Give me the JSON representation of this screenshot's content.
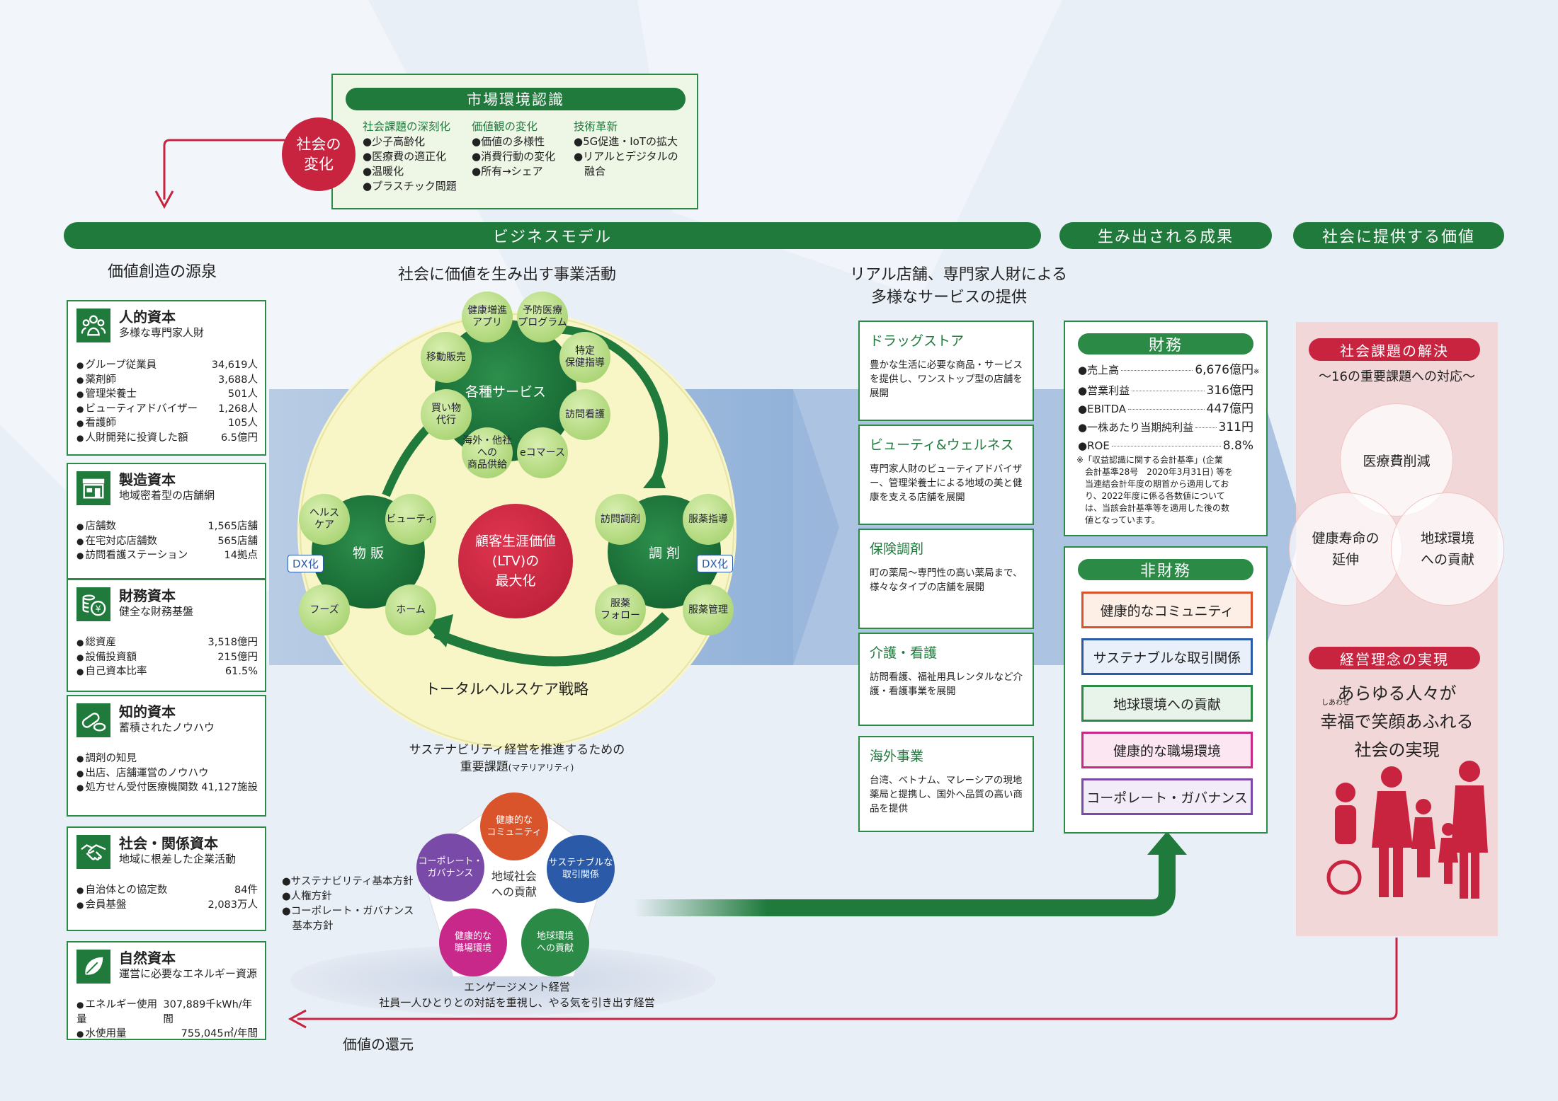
{
  "market": {
    "title": "市場環境認識",
    "col1": {
      "head": "社会課題の深刻化",
      "items": [
        "●少子高齢化",
        "●医療費の適正化",
        "●温暖化",
        "●プラスチック問題"
      ]
    },
    "col2": {
      "head": "価値観の変化",
      "items": [
        "●価値の多様性",
        "●消費行動の変化",
        "●所有→シェア"
      ]
    },
    "col3": {
      "head": "技術革新",
      "items": [
        "●5G促進・IoTの拡大",
        "●リアルとデジタルの",
        "　融合"
      ]
    }
  },
  "social_change": "社会の変化",
  "headers": {
    "business_model": "ビジネスモデル",
    "outcomes": "生み出される成果",
    "value": "社会に提供する価値"
  },
  "sources_title": "価値創造の源泉",
  "activities_title": "社会に価値を生み出す事業活動",
  "services_title": [
    "リアル店舗、専門家人財による",
    "多様なサービスの提供"
  ],
  "capitals": [
    {
      "title": "人的資本",
      "sub": "多様な専門家人財",
      "icon": "people-icon",
      "rows": [
        [
          "グループ従業員",
          "34,619人"
        ],
        [
          "薬剤師",
          "3,688人"
        ],
        [
          "管理栄養士",
          "501人"
        ],
        [
          "ビューティアドバイザー",
          "1,268人"
        ],
        [
          "看護師",
          "105人"
        ],
        [
          "人財開発に投資した額",
          "6.5億円"
        ]
      ]
    },
    {
      "title": "製造資本",
      "sub": "地域密着型の店舗網",
      "icon": "store-icon",
      "rows": [
        [
          "店舗数",
          "1,565店舗"
        ],
        [
          "在宅対応店舗数",
          "565店舗"
        ],
        [
          "訪問看護ステーション",
          "14拠点"
        ]
      ]
    },
    {
      "title": "財務資本",
      "sub": "健全な財務基盤",
      "icon": "coins-icon",
      "rows": [
        [
          "総資産",
          "3,518億円"
        ],
        [
          "設備投資額",
          "215億円"
        ],
        [
          "自己資本比率",
          "61.5%"
        ]
      ]
    },
    {
      "title": "知的資本",
      "sub": "蓄積されたノウハウ",
      "icon": "pill-icon",
      "rows": [
        [
          "調剤の知見",
          ""
        ],
        [
          "出店、店舗運営のノウハウ",
          ""
        ],
        [
          "処方せん受付医療機関数",
          "41,127施設"
        ]
      ]
    },
    {
      "title": "社会・関係資本",
      "sub": "地域に根差した企業活動",
      "icon": "handshake-icon",
      "rows": [
        [
          "自治体との協定数",
          "84件"
        ],
        [
          "会員基盤",
          "2,083万人"
        ]
      ]
    },
    {
      "title": "自然資本",
      "sub": "運営に必要なエネルギー資源",
      "icon": "leaf-icon",
      "rows": [
        [
          "エネルギー使用量",
          "307,889千kWh/年間"
        ],
        [
          "水使用量",
          "755,045㎥/年間"
        ]
      ]
    }
  ],
  "cycle": {
    "center": [
      "顧客生涯価値",
      "(LTV)の",
      "最大化"
    ],
    "services": "各種サービス",
    "sales": "物 販",
    "dispensing": "調 剤",
    "strategy": "トータルヘルスケア戦略",
    "dx1": "DX化",
    "dx2": "DX化",
    "svc_balls": [
      "健康増進\nアプリ",
      "予防医療\nプログラム",
      "特定\n保健指導",
      "訪問看護",
      "eコマース",
      "海外・他社\nへの\n商品供給",
      "買い物\n代行",
      "移動販売"
    ],
    "sales_balls": [
      "ヘルス\nケア",
      "ビューティ",
      "ホーム",
      "フーズ"
    ],
    "disp_balls": [
      "訪問調剤",
      "服薬指導",
      "服薬管理",
      "服薬\nフォロー"
    ]
  },
  "materiality": {
    "title": "サステナビリティ経営を推進するための",
    "title2": "重要課題",
    "title2_small": "(マテリアリティ)",
    "center": [
      "地域社会",
      "への貢献"
    ],
    "items": [
      "健康的な\nコミュニティ",
      "サステナブルな\n取引関係",
      "地球環境\nへの貢献",
      "健康的な\n職場環境",
      "コーポレート・\nガバナンス"
    ],
    "policies": [
      "●サステナビリティ基本方針",
      "●人権方針",
      "●コーポレート・ガバナンス",
      "　基本方針"
    ],
    "engagement": "エンゲージメント経営",
    "engagement_sub": "社員一人ひとりとの対話を重視し、やる気を引き出す経営"
  },
  "services": [
    {
      "title": "ドラッグストア",
      "desc": "豊かな生活に必要な商品・サービスを提供し、ワンストップ型の店舗を展開"
    },
    {
      "title": "ビューティ&ウェルネス",
      "desc": "専門家人財のビューティアドバイザー、管理栄養士による地域の美と健康を支える店舗を展開"
    },
    {
      "title": "保険調剤",
      "desc": "町の薬局～専門性の高い薬局まで、様々なタイプの店舗を展開"
    },
    {
      "title": "介護・看護",
      "desc": "訪問看護、福祉用具レンタルなど介護・看護事業を展開"
    },
    {
      "title": "海外事業",
      "desc": "台湾、ベトナム、マレーシアの現地薬局と提携し、国外へ品質の高い商品を提供"
    }
  ],
  "finance": {
    "title": "財務",
    "rows": [
      [
        "売上高",
        "6,676億円",
        "※"
      ],
      [
        "営業利益",
        "316億円",
        ""
      ],
      [
        "EBITDA",
        "447億円",
        ""
      ],
      [
        "一株あたり当期純利益",
        "311円",
        ""
      ],
      [
        "ROE",
        "8.8%",
        ""
      ]
    ],
    "note": [
      "※「収益認識に関する会計基準」(企業",
      "　会計基準28号　2020年3月31日) 等を",
      "　当連結会計年度の期首から適用してお",
      "　り、2022年度に係る各数値について",
      "　は、当該会計基準等を適用した後の数",
      "　値となっています。"
    ]
  },
  "nonfinance": {
    "title": "非財務",
    "items": [
      "健康的なコミュニティ",
      "サステナブルな取引関係",
      "地球環境への貢献",
      "健康的な職場環境",
      "コーポレート・ガバナンス"
    ]
  },
  "value": {
    "issues_title": "社会課題の解決",
    "issues_sub": "～16の重要課題への対応～",
    "circles": [
      "医療費削減",
      "健康寿命の\n延伸",
      "地球環境\nへの貢献"
    ],
    "philosophy_title": "経営理念の実現",
    "philosophy": [
      "あらゆる人々が",
      "幸福で笑顔あふれる",
      "社会の実現"
    ],
    "ruby": "しあわせ"
  },
  "return_label": "価値の還元",
  "colors": {
    "green": "#1f7a3c",
    "red": "#c8233f",
    "nf": [
      "#d9532b",
      "#2a5aa8",
      "#2a8a46",
      "#c8288a",
      "#7a4aa8"
    ]
  }
}
